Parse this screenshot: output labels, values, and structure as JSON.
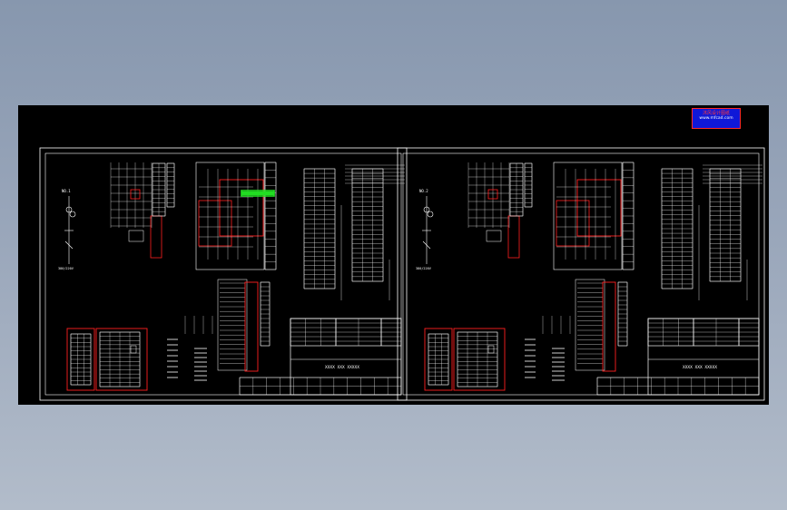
{
  "stamp": {
    "line1": "沐风设计图纸",
    "line2": "www.mfcad.com"
  },
  "sheets": [
    {
      "left_label": "NO.1",
      "voltage_label": "380/220V",
      "title_block_text": "XXXX XXX XXXXX"
    },
    {
      "left_label": "NO.2",
      "voltage_label": "380/220V",
      "title_block_text": "XXXX XXX XXXXX"
    }
  ],
  "colors": {
    "background": "#8fa0b8",
    "canvas": "#000000",
    "line": "#ffffff",
    "highlight": "#ff2020",
    "selection": "#22dd22",
    "stamp_bg": "#0f18d8"
  }
}
